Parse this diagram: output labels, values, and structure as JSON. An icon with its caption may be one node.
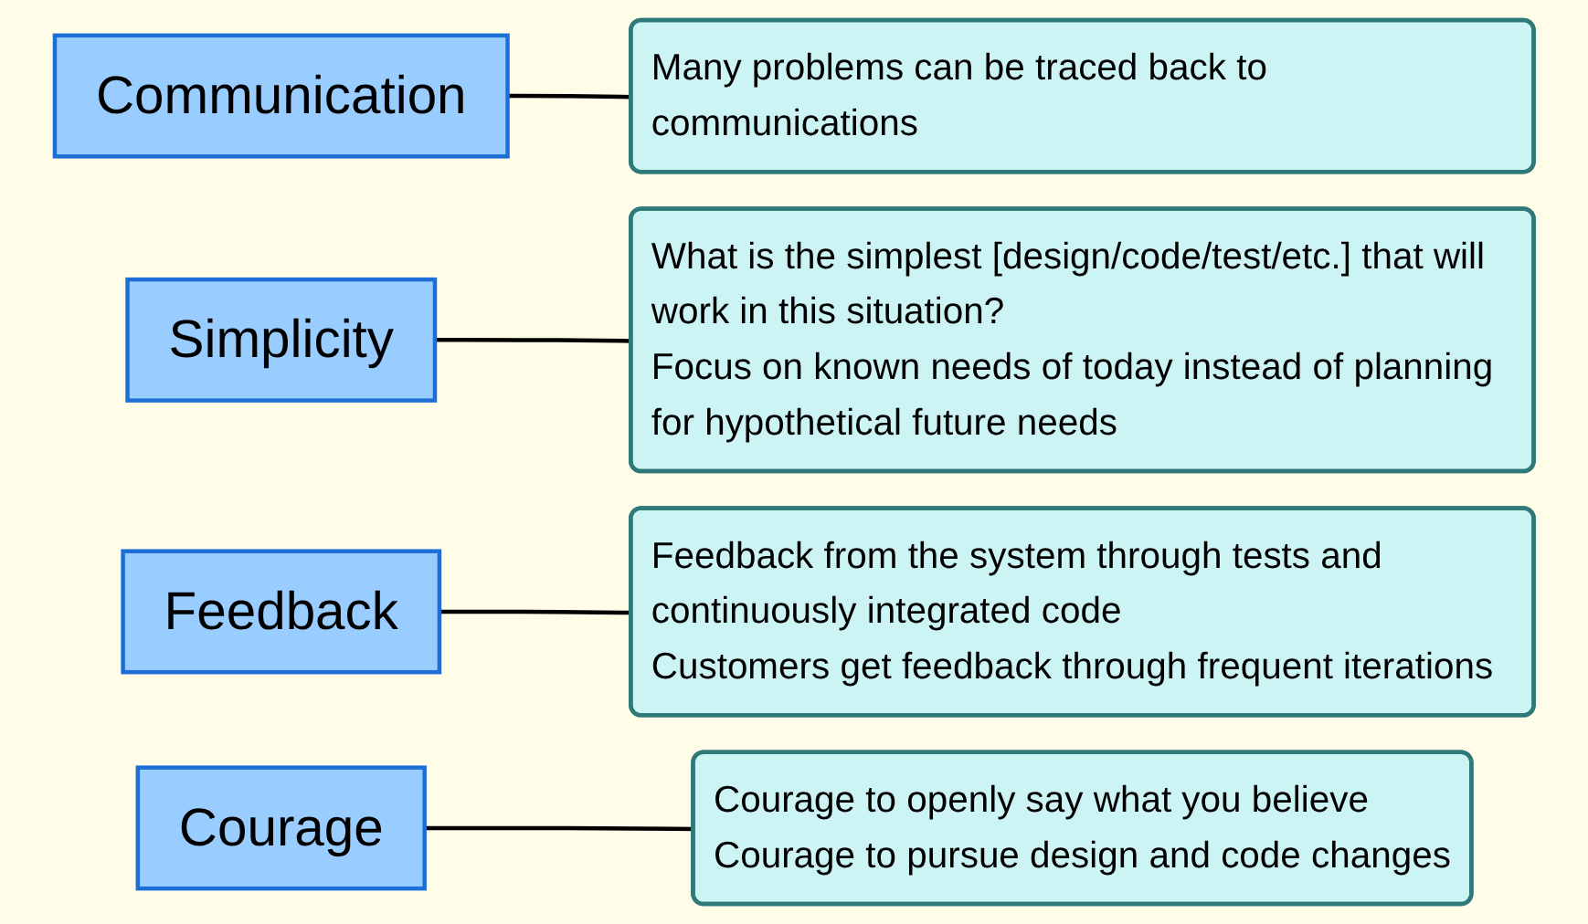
{
  "diagram": {
    "nodes": [
      {
        "text": [
          "Communication"
        ]
      },
      {
        "text": [
          "Many problems can be traced back to communications"
        ]
      },
      {
        "text": [
          "Simplicity"
        ]
      },
      {
        "text": [
          "What is the simplest [design/code/test/etc.] that will work in this situation?",
          "Focus on known needs of today instead of planning for hypothetical future needs"
        ]
      },
      {
        "text": [
          "Feedback"
        ]
      },
      {
        "text": [
          "Feedback from the system through tests and continuously integrated code",
          "Customers get feedback through frequent iterations"
        ]
      },
      {
        "text": [
          "Courage"
        ]
      },
      {
        "text": [
          "Courage to openly say what you believe",
          "Courage to pursue design and code changes"
        ]
      }
    ],
    "edges": [
      {
        "from": 0,
        "to": 1,
        "arrow": "none"
      },
      {
        "from": 2,
        "to": 3,
        "arrow": "none"
      },
      {
        "from": 4,
        "to": 5,
        "arrow": "none"
      },
      {
        "from": 6,
        "to": 7,
        "arrow": "none"
      }
    ]
  }
}
